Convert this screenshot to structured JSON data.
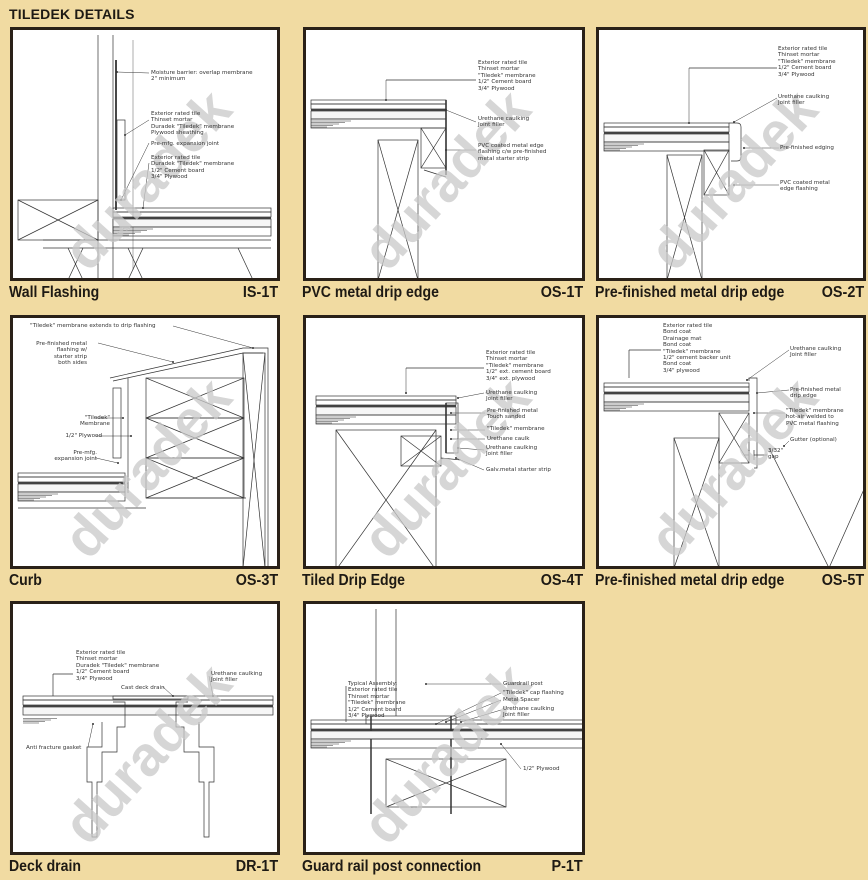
{
  "title": "TILEDEK DETAILS",
  "watermark": "duradek",
  "details": [
    {
      "name": "Wall Flashing",
      "code": "IS-1T",
      "notes": [
        "Moisture barrier: overlap membrane\n2\" minimum",
        "Exterior rated tile\nThinset mortar\nDuradek \"Tiledek\" membrane\nPlywood sheathing",
        "Pre-mfg. expansion joint",
        "Exterior rated tile\nDuradek \"Tiledek\" membrane\n1/2\" Cement board\n3/4\" Plywood"
      ]
    },
    {
      "name": "PVC metal drip edge",
      "code": "OS-1T",
      "notes": [
        "Exterior rated tile\nThinset mortar\n\"Tiledek\" membrane\n1/2\" Cement board\n3/4\" Plywood",
        "Urethane caulking\nJoint filler",
        "PVC coated metal edge\nflashing c/w pre-finished\nmetal starter strip"
      ]
    },
    {
      "name": "Pre-finished metal drip edge",
      "code": "OS-2T",
      "notes": [
        "Exterior rated tile\nThinset mortar\n\"Tiledek\" membrane\n1/2\" Cement board\n3/4\" Plywood",
        "Urethane caulking\nJoint filler",
        "Pre-finished edging",
        "PVC coated metal\nedge flashing"
      ]
    },
    {
      "name": "Curb",
      "code": "OS-3T",
      "notes": [
        "\"Tiledek\" membrane extends to drip flashing",
        "Pre-finished metal\nflashing w/\nstarter strip\nboth sides",
        "\"Tiledek\"\nMembrane",
        "1/2\" Plywood",
        "Pre-mfg.\nexpansion joint"
      ]
    },
    {
      "name": "Tiled Drip Edge",
      "code": "OS-4T",
      "notes": [
        "Exterior rated tile\nThinset mortar\n\"Tiledek\" membrane\n1/2\" ext. cement board\n3/4\" ext. plywood",
        "Urethane caulking\nJoint filler",
        "Pre-finished metal\nTouch sanded",
        "\"Tiledek\" membrane",
        "Urethane caulk",
        "Urethane caulking\nJoint filler",
        "Galv.metal starter strip"
      ]
    },
    {
      "name": "Pre-finished metal drip edge",
      "code": "OS-5T",
      "notes": [
        "Exterior rated tile\nBond coat\nDrainage mat\nBond coat\n\"Tiledek\" membrane\n1/2\" cement backer unit\nBond coat\n3/4\" plywood",
        "Urethane caulking\nJoint filler",
        "Pre-finished metal\ndrip edge",
        "\"Tiledek\" membrane\nhot-air welded to\nPVC metal flashing",
        "Gutter (optional)",
        "3/32\"\ngap"
      ]
    },
    {
      "name": "Deck drain",
      "code": "DR-1T",
      "notes": [
        "Exterior rated tile\nThinset mortar\nDuradek \"Tiledek\" membrane\n1/2\" Cement board\n3/4\" Plywood",
        "Urethane caulking\nJoint filler",
        "Cast deck drain",
        "Anti fracture gasket"
      ]
    },
    {
      "name": "Guard rail post connection",
      "code": "P-1T",
      "notes": [
        "Typical Assembly:\nExterior rated tile\nThinset mortar\n\"Tiledek\" membrane\n1/2\" Cement board\n3/4\" Plywood",
        "Guardrail post",
        "\"Tiledek\" cap flashing",
        "Metal Spacer",
        "Urethane caulking\nJoint filler",
        "1/2\" Plywood"
      ]
    }
  ]
}
